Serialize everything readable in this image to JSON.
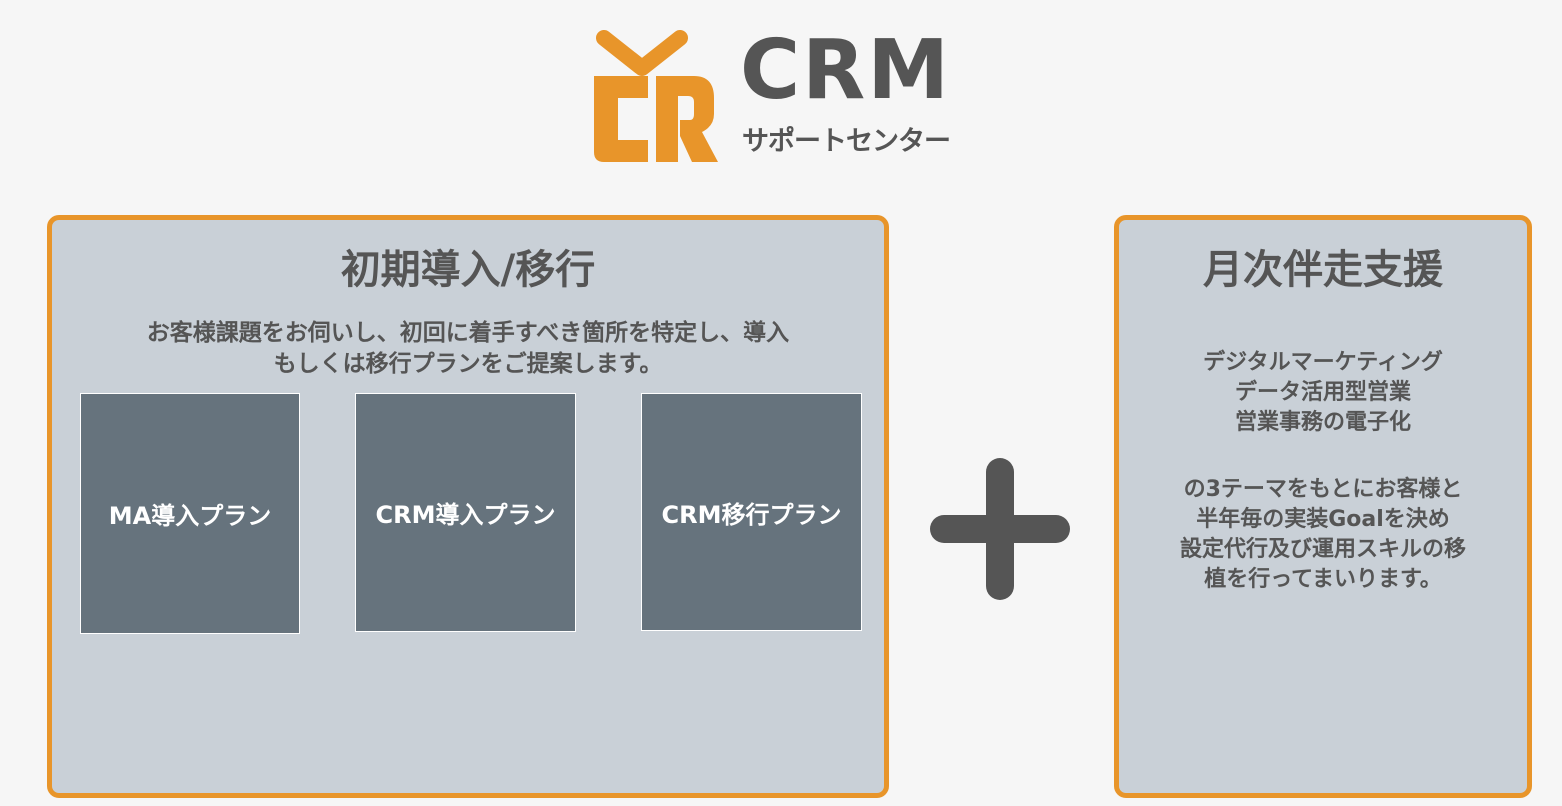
{
  "logo": {
    "text": "CRM",
    "subtext": "サポートセンター",
    "accent_color": "#e8952a",
    "icon": "crm-logo-icon"
  },
  "left_panel": {
    "title": "初期導入/移行",
    "description_line1": "お客様課題をお伺いし、初回に着手すべき箇所を特定し、導入",
    "description_line2": "もしくは移行プランをご提案します。",
    "plans": [
      {
        "label": "MA導入プラン"
      },
      {
        "label": "CRM導入プラン"
      },
      {
        "label": "CRM移行プラン"
      }
    ]
  },
  "connector": {
    "icon": "plus-icon"
  },
  "right_panel": {
    "title": "月次伴走支援",
    "themes": [
      "デジタルマーケティング",
      "データ活用型営業",
      "営業事務の電子化"
    ],
    "body": [
      "の3テーマをもとにお客様と",
      "半年毎の実装Goalを決め",
      "設定代行及び運用スキルの移",
      "植を行ってまいります。"
    ]
  },
  "colors": {
    "background": "#f6f6f6",
    "panel_fill": "#c9d0d7",
    "panel_border": "#e8952a",
    "plan_box": "#66737d",
    "text": "#555555"
  }
}
